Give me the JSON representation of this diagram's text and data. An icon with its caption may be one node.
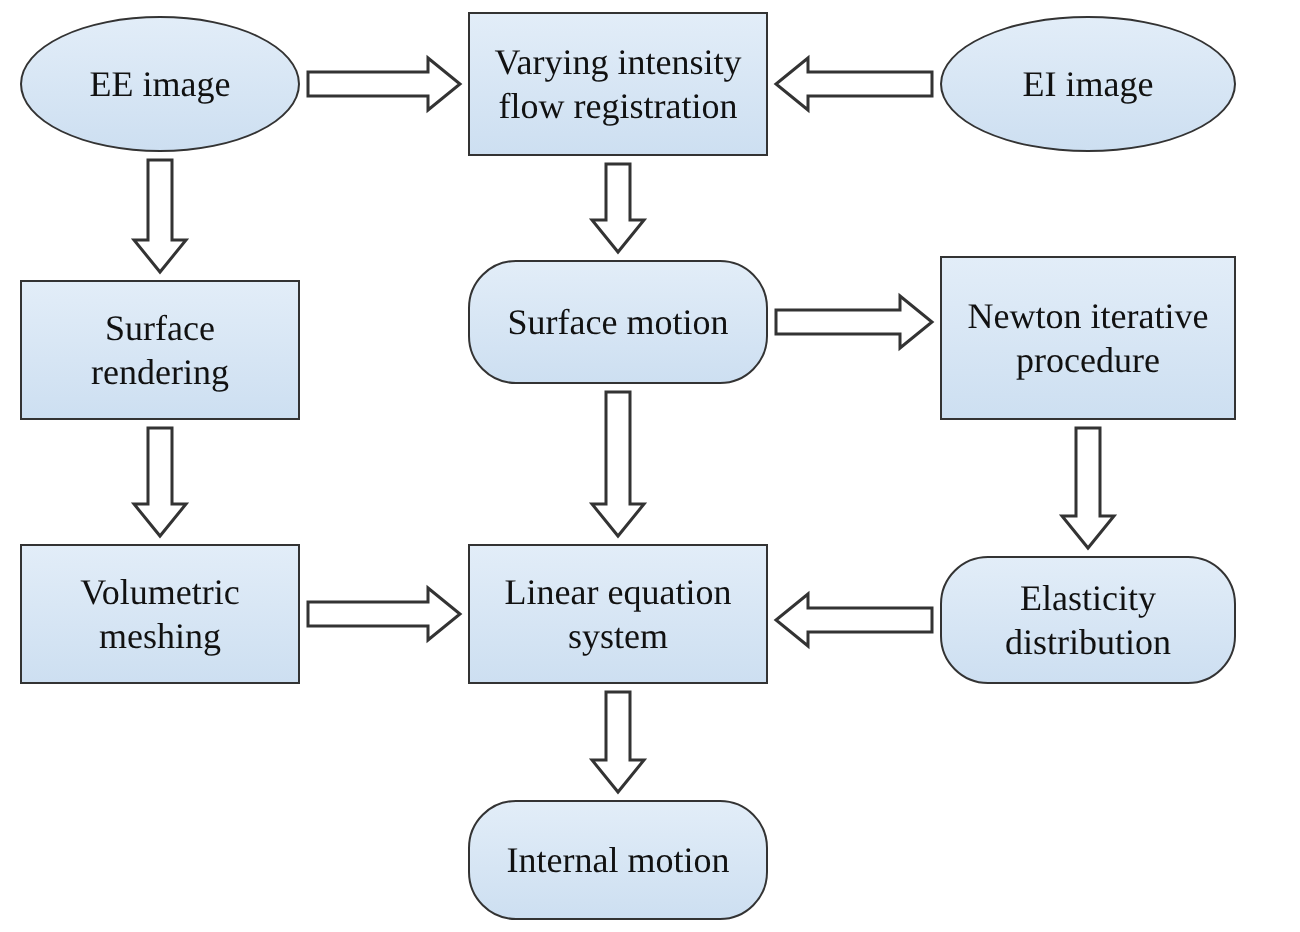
{
  "diagram": {
    "nodes": [
      {
        "text": [
          "EE image"
        ]
      },
      {
        "text": [
          "Varying intensity flow registration"
        ]
      },
      {
        "text": [
          "EI image"
        ]
      },
      {
        "text": [
          "Surface rendering"
        ]
      },
      {
        "text": [
          "Surface motion"
        ]
      },
      {
        "text": [
          "Newton iterative procedure"
        ]
      },
      {
        "text": [
          "Volumetric meshing"
        ]
      },
      {
        "text": [
          "Linear equation system"
        ]
      },
      {
        "text": [
          "Elasticity distribution"
        ]
      },
      {
        "text": [
          "Internal motion"
        ]
      }
    ],
    "edges": [
      {
        "from": 0,
        "to": 1,
        "arrow": "to"
      },
      {
        "from": 2,
        "to": 1,
        "arrow": "to"
      },
      {
        "from": 0,
        "to": 3,
        "arrow": "to"
      },
      {
        "from": 1,
        "to": 4,
        "arrow": "to"
      },
      {
        "from": 4,
        "to": 5,
        "arrow": "to"
      },
      {
        "from": 3,
        "to": 6,
        "arrow": "to"
      },
      {
        "from": 4,
        "to": 7,
        "arrow": "to"
      },
      {
        "from": 5,
        "to": 8,
        "arrow": "to"
      },
      {
        "from": 6,
        "to": 7,
        "arrow": "to"
      },
      {
        "from": 8,
        "to": 7,
        "arrow": "to"
      },
      {
        "from": 7,
        "to": 9,
        "arrow": "to"
      }
    ]
  }
}
